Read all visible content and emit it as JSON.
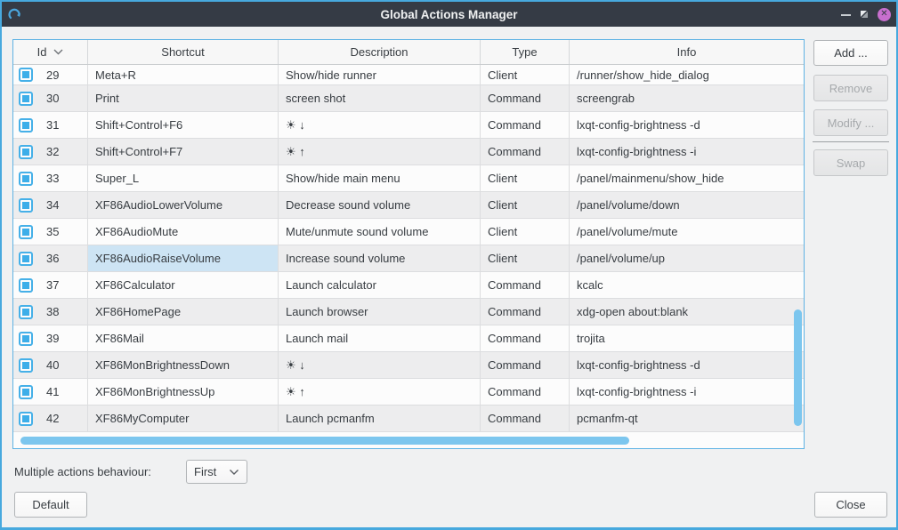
{
  "window": {
    "title": "Global Actions Manager",
    "controls": {
      "minimize": "minimize",
      "restore": "restore",
      "close": "✕"
    }
  },
  "table": {
    "columns": {
      "id": "Id",
      "shortcut": "Shortcut",
      "description": "Description",
      "type": "Type",
      "info": "Info"
    },
    "sorted_by": "Id",
    "rows": [
      {
        "id": "29",
        "shortcut": "Meta+R",
        "description": "Show/hide runner",
        "type": "Client",
        "info": "/runner/show_hide_dialog",
        "checked": true,
        "clipped": true
      },
      {
        "id": "30",
        "shortcut": "Print",
        "description": "screen shot",
        "type": "Command",
        "info": "screengrab",
        "checked": true
      },
      {
        "id": "31",
        "shortcut": "Shift+Control+F6",
        "description": "☀ ↓",
        "type": "Command",
        "info": "lxqt-config-brightness -d",
        "checked": true
      },
      {
        "id": "32",
        "shortcut": "Shift+Control+F7",
        "description": "☀ ↑",
        "type": "Command",
        "info": "lxqt-config-brightness -i",
        "checked": true
      },
      {
        "id": "33",
        "shortcut": "Super_L",
        "description": "Show/hide main menu",
        "type": "Client",
        "info": "/panel/mainmenu/show_hide",
        "checked": true
      },
      {
        "id": "34",
        "shortcut": "XF86AudioLowerVolume",
        "description": "Decrease sound volume",
        "type": "Client",
        "info": "/panel/volume/down",
        "checked": true
      },
      {
        "id": "35",
        "shortcut": "XF86AudioMute",
        "description": "Mute/unmute sound volume",
        "type": "Client",
        "info": "/panel/volume/mute",
        "checked": true
      },
      {
        "id": "36",
        "shortcut": "XF86AudioRaiseVolume",
        "description": "Increase sound volume",
        "type": "Client",
        "info": "/panel/volume/up",
        "checked": true,
        "selected_cell": "shortcut"
      },
      {
        "id": "37",
        "shortcut": "XF86Calculator",
        "description": "Launch calculator",
        "type": "Command",
        "info": "kcalc",
        "checked": true
      },
      {
        "id": "38",
        "shortcut": "XF86HomePage",
        "description": "Launch browser",
        "type": "Command",
        "info": "xdg-open about:blank",
        "checked": true
      },
      {
        "id": "39",
        "shortcut": "XF86Mail",
        "description": "Launch mail",
        "type": "Command",
        "info": "trojita",
        "checked": true
      },
      {
        "id": "40",
        "shortcut": "XF86MonBrightnessDown",
        "description": "☀ ↓",
        "type": "Command",
        "info": "lxqt-config-brightness -d",
        "checked": true
      },
      {
        "id": "41",
        "shortcut": "XF86MonBrightnessUp",
        "description": "☀ ↑",
        "type": "Command",
        "info": "lxqt-config-brightness -i",
        "checked": true
      },
      {
        "id": "42",
        "shortcut": "XF86MyComputer",
        "description": "Launch pcmanfm",
        "type": "Command",
        "info": "pcmanfm-qt",
        "checked": true
      }
    ]
  },
  "side_buttons": {
    "add": {
      "label": "Add ...",
      "enabled": true
    },
    "remove": {
      "label": "Remove",
      "enabled": false
    },
    "modify": {
      "label": "Modify ...",
      "enabled": false
    },
    "swap": {
      "label": "Swap",
      "enabled": false
    }
  },
  "footer": {
    "behaviour_label": "Multiple actions behaviour:",
    "behaviour_value": "First",
    "default_label": "Default",
    "close_label": "Close"
  },
  "colors": {
    "accent_blue": "#3daee9",
    "window_border": "#47a9de",
    "titlebar_bg": "#353b45",
    "close_button": "#c86fce",
    "selection_bg": "#cde4f4",
    "scrollbar_thumb": "#7cc6ee"
  }
}
